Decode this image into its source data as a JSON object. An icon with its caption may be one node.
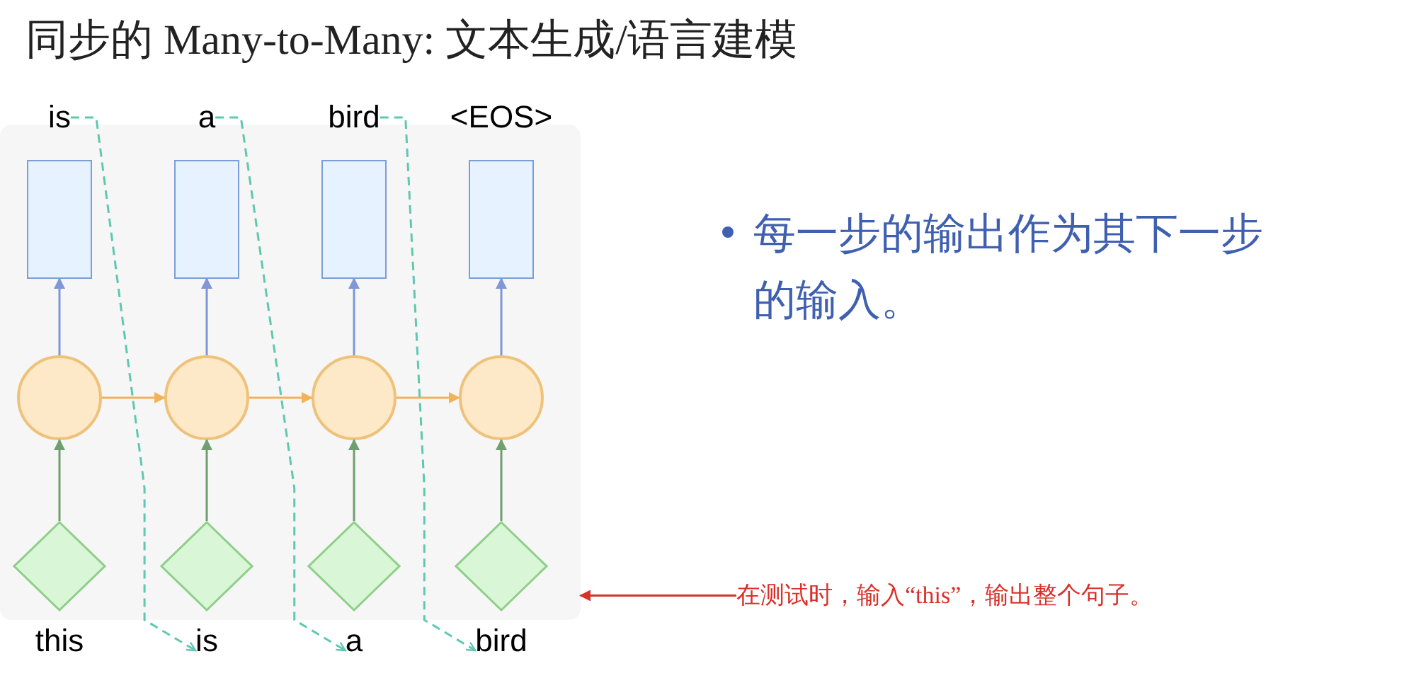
{
  "diagram": {
    "title": "同步的 Many-to-Many: 文本生成/语言建模",
    "nodes": [
      {
        "text": [],
        "shape": "box"
      },
      {
        "text": [
          "is"
        ]
      },
      {
        "text": [
          "a"
        ]
      },
      {
        "text": [
          "bird"
        ]
      },
      {
        "text": [
          "<EOS>"
        ]
      },
      {
        "text": [],
        "shape": "box",
        "in": 0
      },
      {
        "text": [],
        "shape": "box",
        "in": 0
      },
      {
        "text": [],
        "shape": "box",
        "in": 0
      },
      {
        "text": [],
        "shape": "box",
        "in": 0
      },
      {
        "text": [],
        "shape": "circle",
        "in": 0
      },
      {
        "text": [],
        "shape": "circle",
        "in": 0
      },
      {
        "text": [],
        "shape": "circle",
        "in": 0
      },
      {
        "text": [],
        "shape": "circle",
        "in": 0
      },
      {
        "text": [],
        "shape": "diamond",
        "in": 0
      },
      {
        "text": [],
        "shape": "diamond",
        "in": 0
      },
      {
        "text": [],
        "shape": "diamond",
        "in": 0
      },
      {
        "text": [],
        "shape": "diamond",
        "in": 0
      },
      {
        "text": [
          "this"
        ]
      },
      {
        "text": [
          "is"
        ]
      },
      {
        "text": [
          "a"
        ]
      },
      {
        "text": [
          "bird"
        ]
      },
      {
        "text": [
          "在测试时，输入“this”，输出整个句子。"
        ]
      }
    ],
    "edges": [
      {
        "from": 9,
        "to": 5,
        "arrow": "to",
        "color": "#7f97d6"
      },
      {
        "from": 10,
        "to": 6,
        "arrow": "to",
        "color": "#7f97d6"
      },
      {
        "from": 11,
        "to": 7,
        "arrow": "to",
        "color": "#7f97d6"
      },
      {
        "from": 12,
        "to": 8,
        "arrow": "to",
        "color": "#7f97d6"
      },
      {
        "from": 9,
        "to": 10,
        "arrow": "to",
        "color": "#f2b25a"
      },
      {
        "from": 10,
        "to": 11,
        "arrow": "to",
        "color": "#f2b25a"
      },
      {
        "from": 11,
        "to": 12,
        "arrow": "to",
        "color": "#f2b25a"
      },
      {
        "from": 13,
        "to": 9,
        "arrow": "to",
        "color": "#6f9f6f"
      },
      {
        "from": 14,
        "to": 10,
        "arrow": "to",
        "color": "#6f9f6f"
      },
      {
        "from": 15,
        "to": 11,
        "arrow": "to",
        "color": "#6f9f6f"
      },
      {
        "from": 16,
        "to": 12,
        "arrow": "to",
        "color": "#6f9f6f"
      },
      {
        "from": 1,
        "to": 18,
        "arrow": "to",
        "style": "dashed",
        "color": "#5fc8b0"
      },
      {
        "from": 2,
        "to": 19,
        "arrow": "to",
        "style": "dashed",
        "color": "#5fc8b0"
      },
      {
        "from": 3,
        "to": 20,
        "arrow": "to",
        "style": "dashed",
        "color": "#5fc8b0"
      },
      {
        "from": 21,
        "to": 0,
        "arrow": "to",
        "color": "#d9302a"
      }
    ],
    "labels": [
      "每一步的输出作为其下一步的输入。"
    ]
  }
}
